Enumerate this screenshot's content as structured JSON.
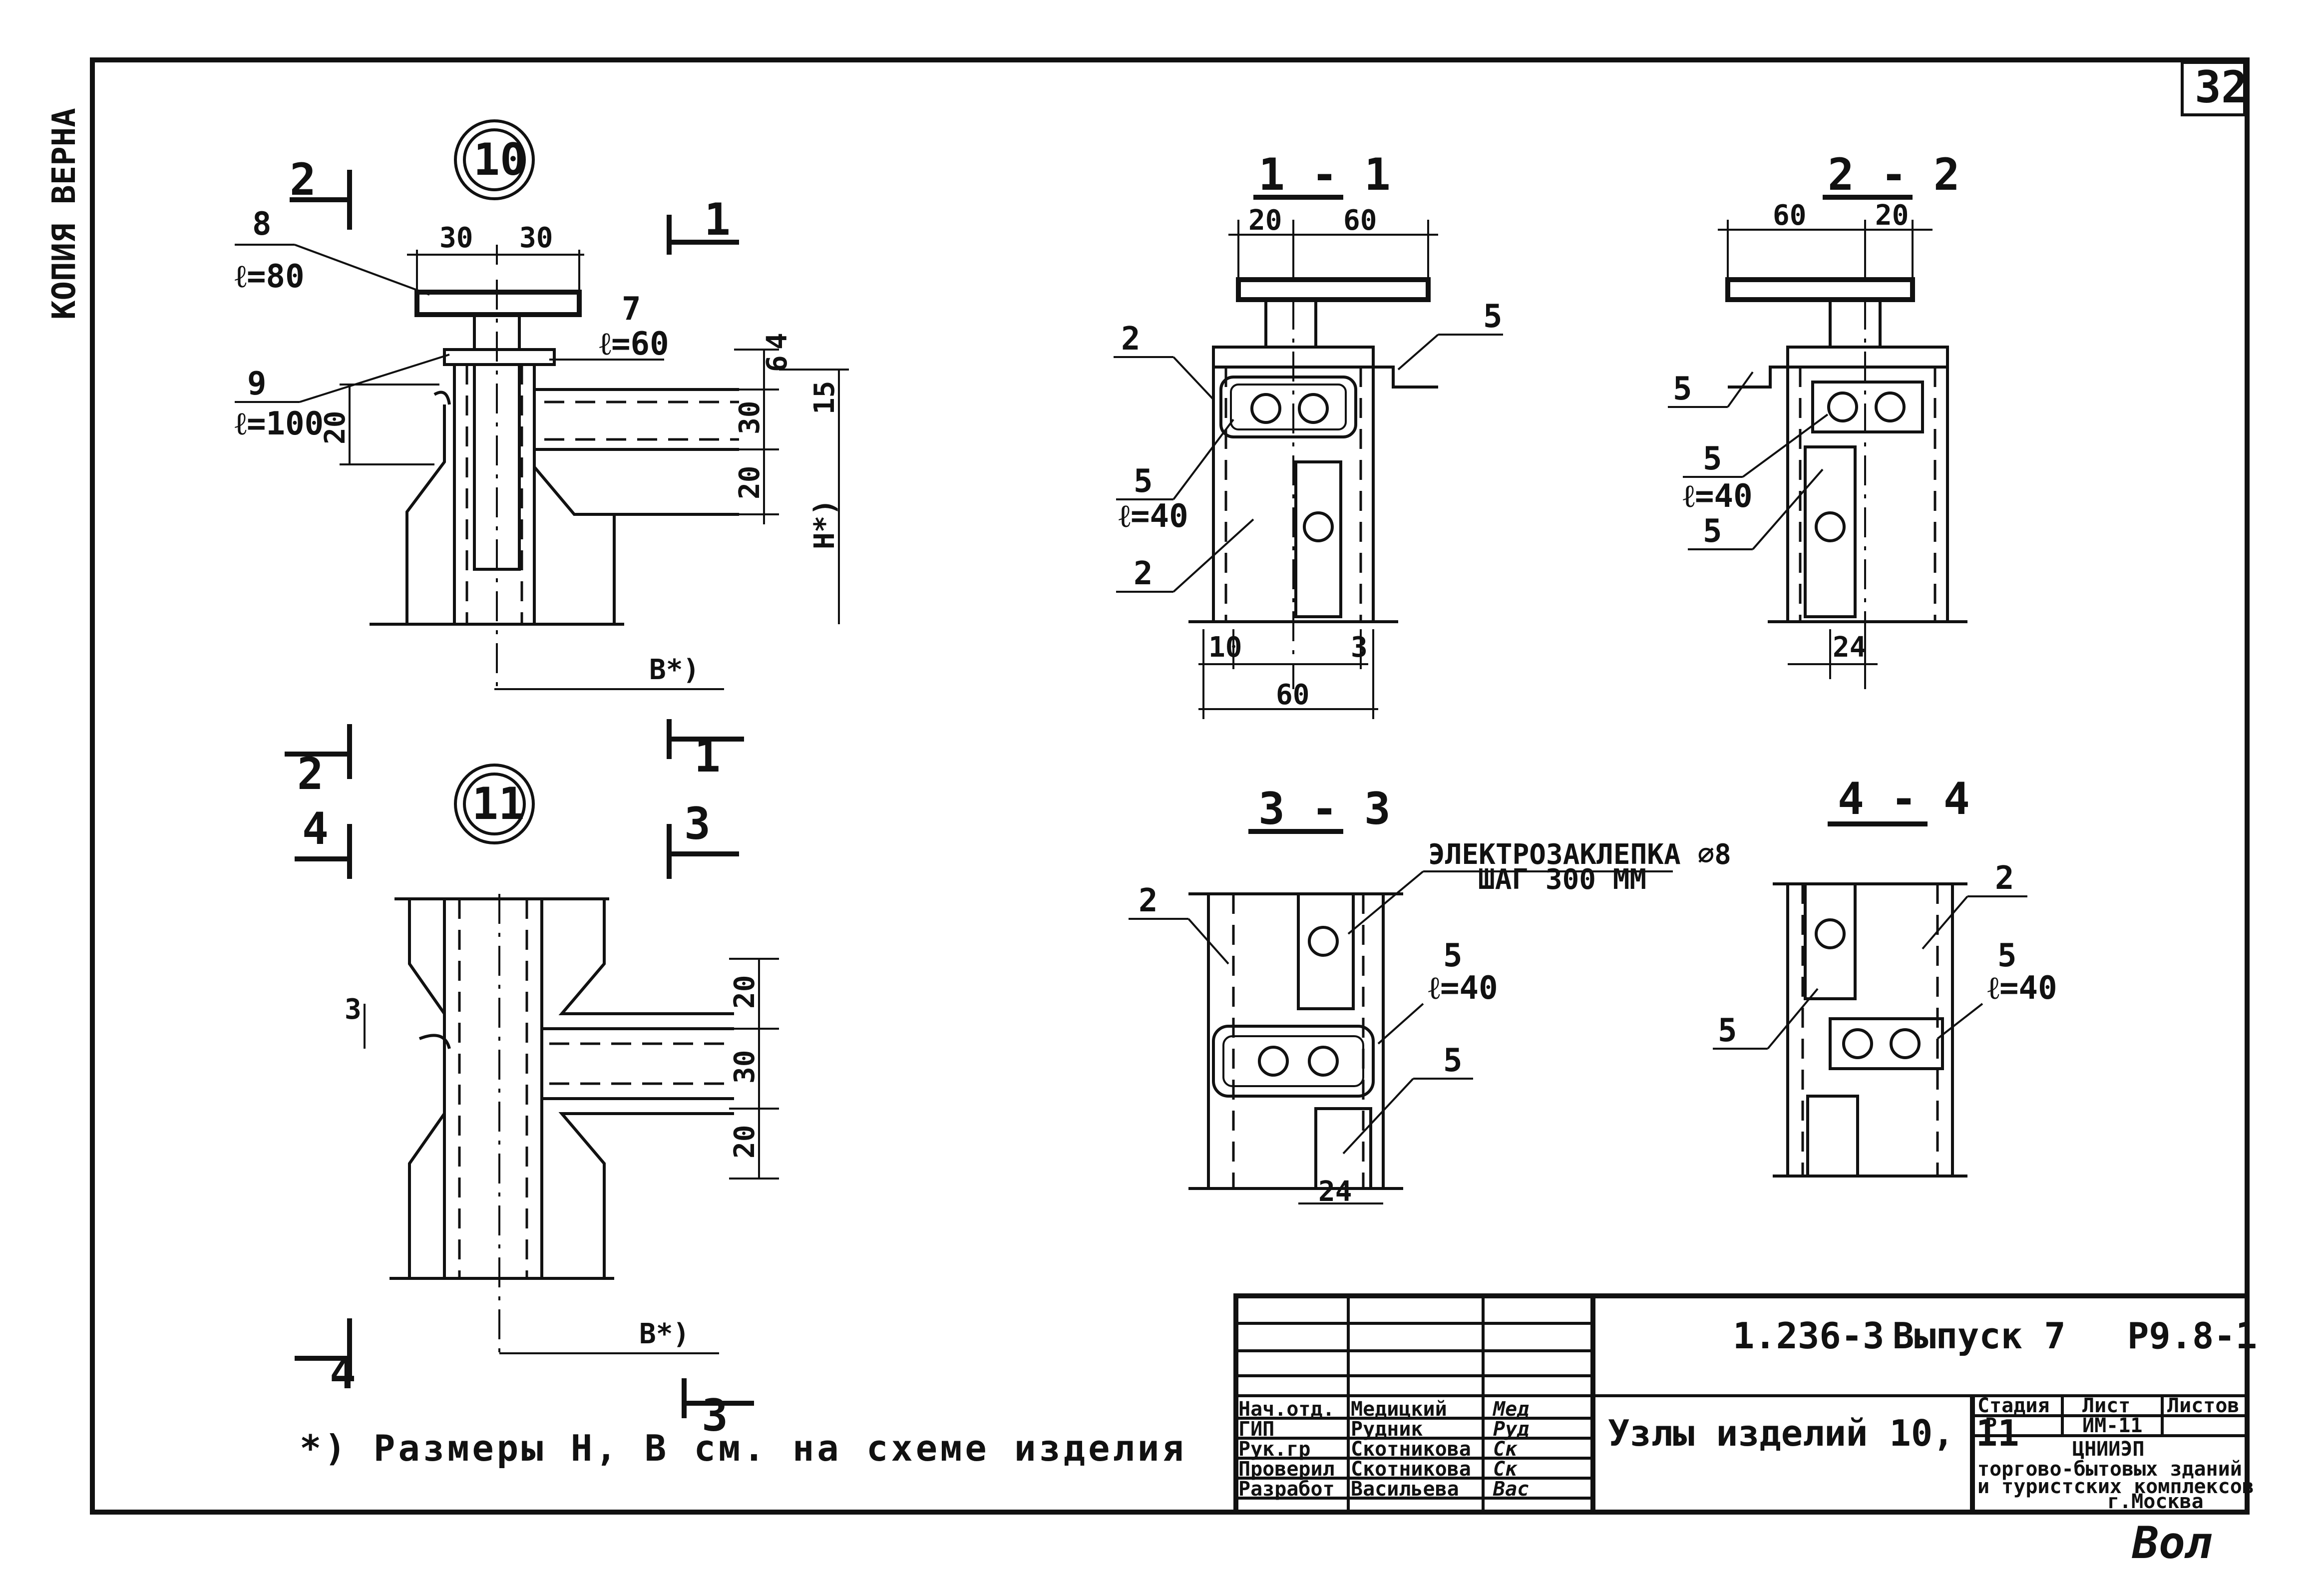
{
  "sheet": {
    "side_stamp": "КОПИЯ ВЕРНА",
    "sheet_number": "32"
  },
  "node10": {
    "number": "10",
    "dims": [
      "30",
      "30",
      "6",
      "4",
      "30",
      "20",
      "15",
      "20",
      "H*)",
      "B*)"
    ],
    "leaders": [
      {
        "pos": "8",
        "len": "ℓ=80"
      },
      {
        "pos": "7",
        "len": "ℓ=60"
      },
      {
        "pos": "9",
        "len": "ℓ=100"
      }
    ],
    "section_marks": [
      "2",
      "1",
      "2",
      "1"
    ]
  },
  "node11": {
    "number": "11",
    "dims": [
      "3",
      "20",
      "30",
      "20",
      "B*)"
    ],
    "section_marks": [
      "4",
      "3",
      "4",
      "3"
    ]
  },
  "sec11": {
    "title": "1 - 1",
    "dims": [
      "20",
      "60",
      "10",
      "3",
      "60"
    ],
    "labels": [
      "2",
      "5",
      "5",
      "ℓ=40",
      "2"
    ]
  },
  "sec22": {
    "title": "2 - 2",
    "dims": [
      "60",
      "20",
      "24"
    ],
    "labels": [
      "5",
      "5",
      "ℓ=40",
      "5"
    ]
  },
  "sec33": {
    "title": "3 - 3",
    "dims": [
      "24"
    ],
    "labels": [
      "2",
      "5",
      "ℓ=40",
      "5"
    ],
    "rivet_note_1": "ЭЛЕКТРОЗАКЛЕПКА ⌀8",
    "rivet_note_2": "ШАГ 300 ММ"
  },
  "sec44": {
    "title": "4 - 4",
    "labels": [
      "2",
      "5",
      "ℓ=40",
      "5"
    ]
  },
  "footnote": "*) Размеры H, B см. на схеме изделия",
  "title_block": {
    "doc_code": "1.236-3",
    "issue": "Выпуск 7",
    "sheet_code": "Р9.8-1",
    "title": "Узлы изделий 10, 11",
    "roles": [
      {
        "role": "Нач.отд.",
        "name": "Медицкий",
        "sign": "Мед"
      },
      {
        "role": "ГИП",
        "name": "Рудник",
        "sign": "Руд"
      },
      {
        "role": "Рук.гр",
        "name": "Скотникова",
        "sign": "Ск"
      },
      {
        "role": "Проверил",
        "name": "Скотникова",
        "sign": "Ск"
      },
      {
        "role": "Разработ",
        "name": "Васильева",
        "sign": "Вас"
      }
    ],
    "stage_header": "Стадия",
    "sheet_header": "Лист",
    "sheets_header": "Листов",
    "stage": "Р",
    "sheet_ref": "ИМ-11",
    "org_1": "ЦНИИЭП",
    "org_2": "торгово-бытовых зданий",
    "org_3": "и туристских комплексов",
    "org_4": "г.Москва"
  },
  "signature": "Вол"
}
